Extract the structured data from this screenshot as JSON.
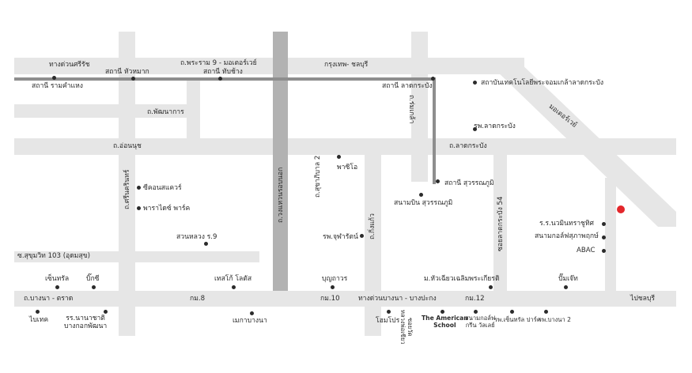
{
  "labels": {
    "thang_duan_sirat": "ทางด่วนศรีรัช",
    "rama9_motorway": "ถ.พระราม 9 - มอเตอร์เวย์",
    "bkk_chonburi_top": "กรุงเทพ- ชลบุรี",
    "st_ramkhamhaeng": "สถานี รามคำแหง",
    "st_huamak": "สถานี หัวหมาก",
    "st_thapchang": "สถานี ทับช้าง",
    "st_latkrabang": "สถานี ลาดกระบัง",
    "kmitl": "สถาบันเทคโนโลยีพระจอมเกล้าลาดกระบัง",
    "motorway_diag": "มอเตอร์เวย์",
    "rd_phatthanakan": "ถ.พัฒนาการ",
    "rd_romklao": "ถ.ร่มเกล้า",
    "hosp_latkrabang": "รพ.ลาดกระบัง",
    "rd_onnut": "ถ.อ่อนนุช",
    "rd_latkrabang": "ถ.ลาดกระบัง",
    "rd_sukhaphiban2": "ถ.สุขาภิบาล 2",
    "psio": "พาซิโอ",
    "st_suvarnabhumi": "สถานี สุวรรณภูมิ",
    "airport_suvarnabhumi": "สนามบิน สุวรรณภูมิ",
    "rd_srinakarin": "ถ.ศรีนครินทร์",
    "seacon": "ซีคอนสแควร์",
    "paradise": "พาราไดซ์ พาร์ค",
    "rd_kanchanaphisek": "ถ.วงแหวนรอบนอก",
    "soi_latkrabang54": "ซอยลาดกระบัง 54",
    "school_navamin": "ร.ร.นวมินทราชูทิศ",
    "golf_suphap": "สนามกอล์ฟสุภาพฤกษ์",
    "abac": "ABAC",
    "suanluang": "สวนหลวง ร.9",
    "hosp_chularat": "รพ.จุฬารัตน์",
    "rd_kingkaew": "ถ.กิ่งแก้ว",
    "soi_sukhumvit103": "ซ.สุขุมวิท 103 (อุดมสุข)",
    "central": "เซ็นทรัล",
    "bigc": "บิ๊กซี",
    "tesco": "เทสโก้ โลตัส",
    "bunthavorn": "บุญถาวร",
    "kmitl_hua_chiew": "ม.หัวเฉียวเฉลิมพระเกียรติ",
    "pump_jack": "ปั๊มเจ๊ท",
    "rd_bangna_trad": "ถ.บางนา - ตราด",
    "km8": "กม.8",
    "km10": "กม.10",
    "expressway_bangna": "ทางด่วนบางนา - บางปะกง",
    "km12": "กม.12",
    "to_chonburi": "ไปชลบุรี",
    "bitec": "ไบเทค",
    "school_bangkok_patana": "รร.นานาชาติ\nบางกอกพัฒนา",
    "mega_bangna": "เมกาบางนา",
    "homepro": "โฮมโปร",
    "soi_wat_luangphokhao": "ซอยวัด\nหลวงพ่อเขียว",
    "american_school": "The American\nSchool",
    "golf_green_valley": "สนามกอล์ฟ\nกรีน วัลเลย์",
    "central_park": "รพ.เซ็นทรัล ปาร์ค",
    "hosp_bangna2": "รพ.บางนา 2"
  },
  "colors": {
    "road": "#e6e6e6",
    "highway": "#b2b2b2",
    "rail": "#8e8e8e",
    "text": "#2b2b2b",
    "marker": "#e3262b"
  }
}
